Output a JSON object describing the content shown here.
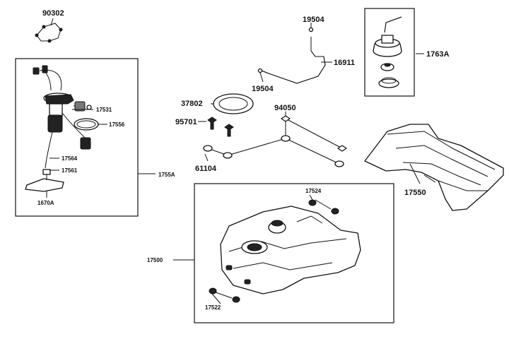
{
  "labels": {
    "p90302": "90302",
    "p17531": "17531",
    "p17556": "17556",
    "p17564": "17564",
    "p17561": "17561",
    "p1670A": "1670A",
    "p1755A": "1755A",
    "p19504a": "19504",
    "p16911": "16911",
    "p19504b": "19504",
    "p37802": "37802",
    "p95701": "95701",
    "p94050": "94050",
    "p61104": "61104",
    "p1763A": "1763A",
    "p17550": "17550",
    "p17524": "17524",
    "p17500": "17500",
    "p17522": "17522"
  }
}
